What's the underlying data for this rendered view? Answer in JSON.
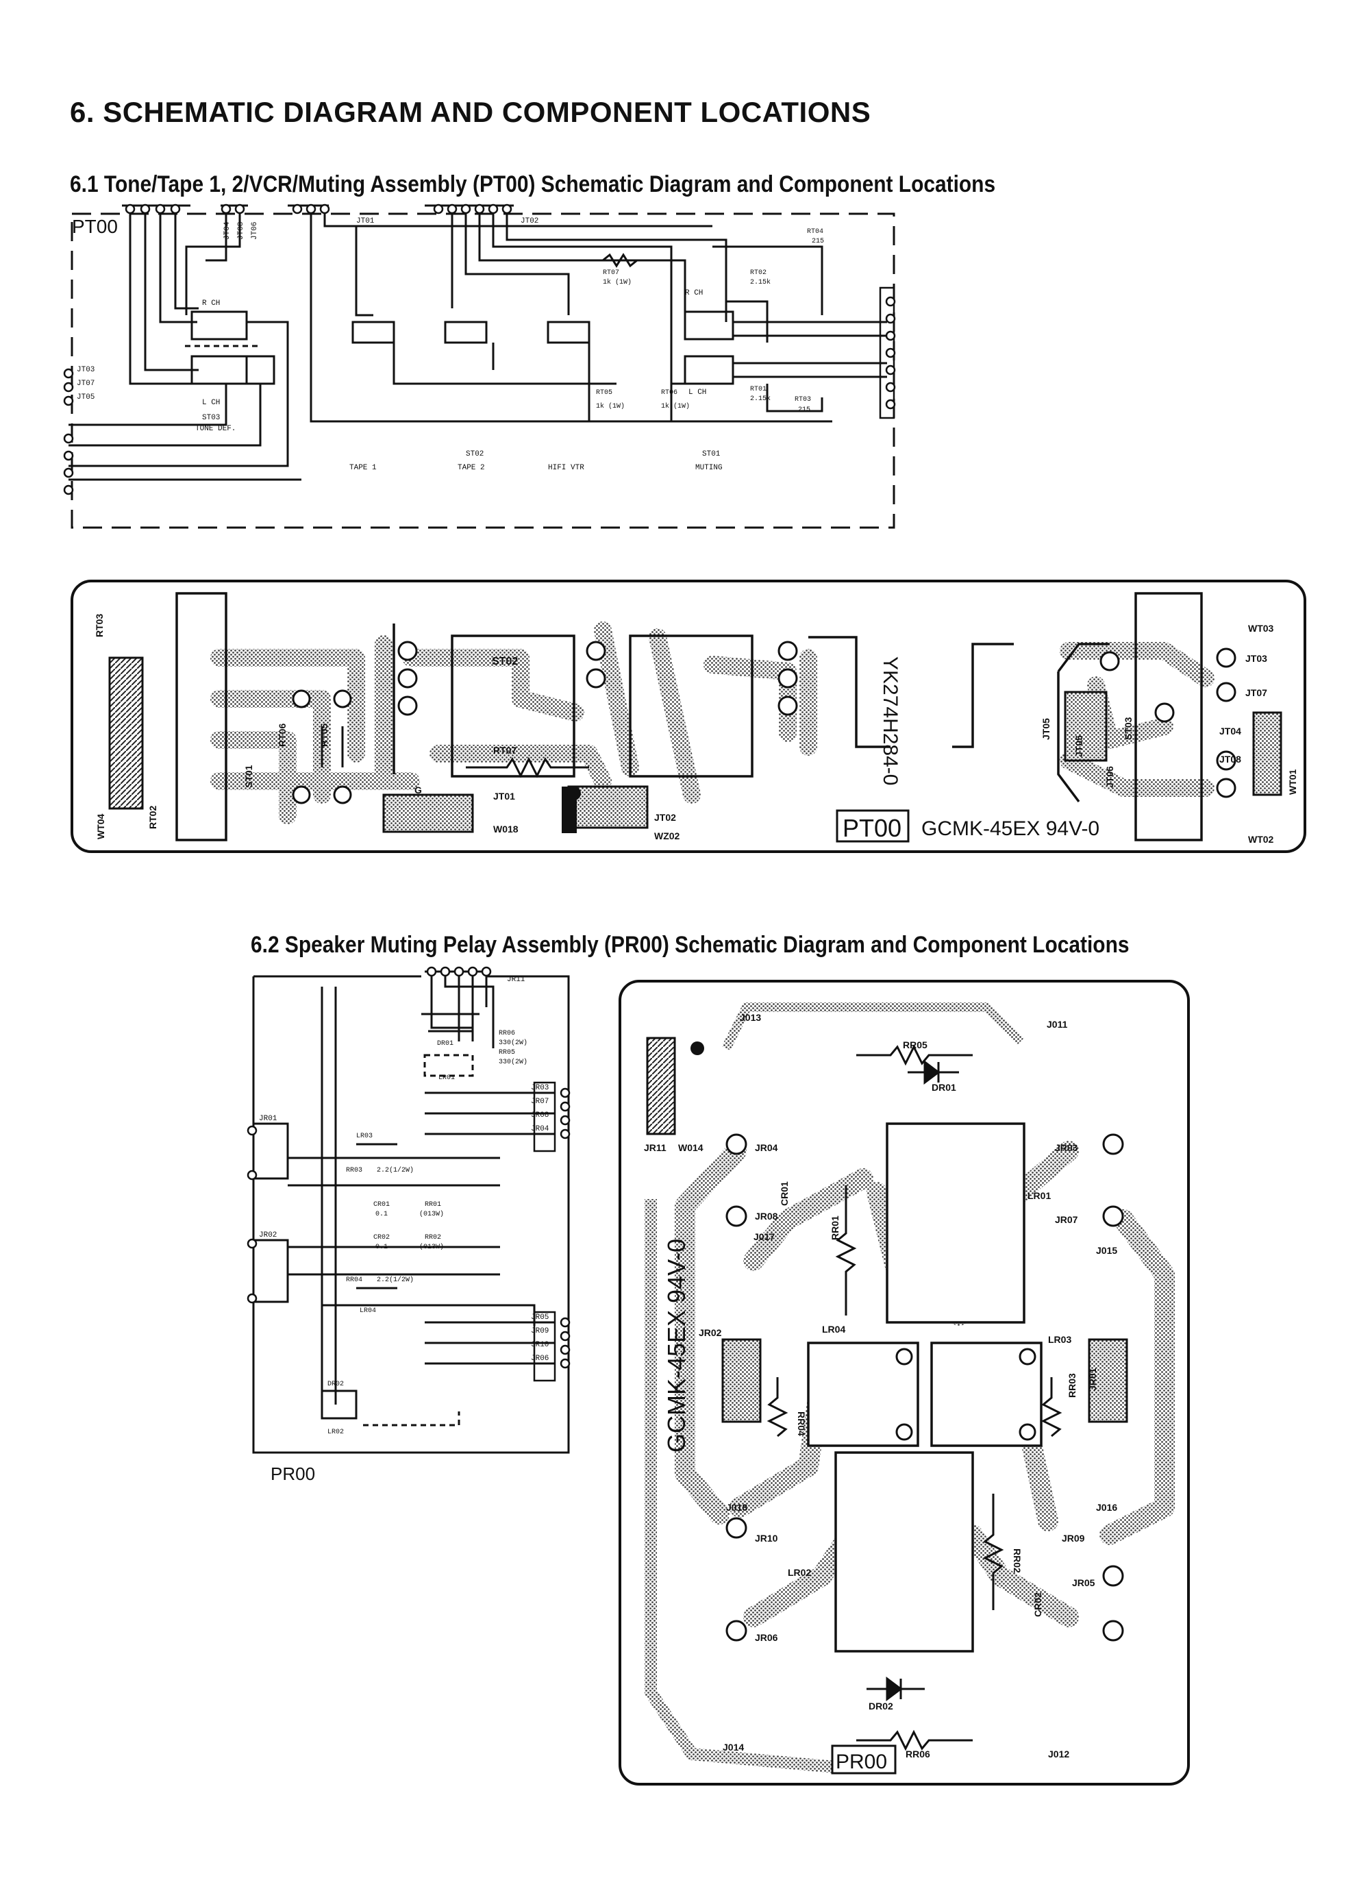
{
  "page": {
    "section_title": "6. SCHEMATIC DIAGRAM AND COMPONENT LOCATIONS",
    "subsection_1": "6.1   Tone/Tape 1, 2/VCR/Muting Assembly (PT00) Schematic Diagram and Component Locations",
    "subsection_2": "6.2   Speaker Muting Pelay Assembly (PR00) Schematic Diagram and Component Locations"
  },
  "schematic_pt00": {
    "board": "PT00",
    "connectors": [
      "JT01",
      "JT02",
      "JT03",
      "JT07",
      "JT05",
      "JT04",
      "JT08",
      "JT06"
    ],
    "switch_labels": [
      "R CH",
      "L CH",
      "ST03",
      "TONE DEF.",
      "TAPE 1",
      "ST02",
      "TAPE 2",
      "HIFI VTR",
      "ST01",
      "MUTING"
    ],
    "resistors": [
      {
        "ref": "RT04",
        "value": "215"
      },
      {
        "ref": "RT07",
        "value": "1k (1W)"
      },
      {
        "ref": "RT02",
        "value": "2.15k"
      },
      {
        "ref": "RT05",
        "value": "1k (1W)"
      },
      {
        "ref": "RT06",
        "value": "1k (1W)"
      },
      {
        "ref": "RT01",
        "value": "2.15k"
      },
      {
        "ref": "RT03",
        "value": "215"
      }
    ],
    "ch_labels": [
      "R CH",
      "L CH"
    ]
  },
  "layout_pt00": {
    "labels": [
      "ST02",
      "RT07",
      "JT01",
      "W018",
      "JT02",
      "WZ02",
      "G",
      "RT06",
      "RT05",
      "ST01",
      "RT03",
      "RT02",
      "WT04",
      "WT03",
      "JT03",
      "JT07",
      "JT04",
      "JT08",
      "WT01",
      "JT05",
      "ST03",
      "JT06",
      "WT02"
    ],
    "part_number": "YK274H284-0",
    "board_name": "PT00",
    "board_code": "GCMK-45EX 94V-0"
  },
  "schematic_pr00": {
    "board": "PR00",
    "connectors": [
      "JR11",
      "JR01",
      "JR02",
      "JR03",
      "JR07",
      "JR08",
      "JR04",
      "JR05",
      "JR09",
      "JR10",
      "JR06"
    ],
    "components": [
      {
        "ref": "DR01",
        "value": ""
      },
      {
        "ref": "LR01",
        "value": ""
      },
      {
        "ref": "RR06",
        "value": "330(2W)"
      },
      {
        "ref": "RR05",
        "value": "330(2W)"
      },
      {
        "ref": "LR03",
        "value": ""
      },
      {
        "ref": "RR03",
        "value": "2.2(1/2W)"
      },
      {
        "ref": "CR01",
        "value": "0.1"
      },
      {
        "ref": "RR01",
        "value": "(013W)"
      },
      {
        "ref": "CR02",
        "value": "0.1"
      },
      {
        "ref": "RR02",
        "value": "(013W)"
      },
      {
        "ref": "RR04",
        "value": "2.2(1/2W)"
      },
      {
        "ref": "LR04",
        "value": ""
      },
      {
        "ref": "DR02",
        "value": ""
      },
      {
        "ref": "LR02",
        "value": ""
      }
    ]
  },
  "layout_pr00": {
    "labels": [
      "J013",
      "J011",
      "RR05",
      "DR01",
      "JR11",
      "W014",
      "JR04",
      "CR01",
      "JR03",
      "JR08",
      "RR01",
      "LR01",
      "JR07",
      "J017",
      "J015",
      "JR02",
      "LR04",
      "LR03",
      "RR04",
      "RR03",
      "JR01",
      "J018",
      "J016",
      "JR10",
      "RR02",
      "JR09",
      "LR02",
      "CR02",
      "JR05",
      "JR06",
      "DR02",
      "RR06",
      "J014",
      "J012"
    ],
    "board_code": "GCMK-45EX 94V-0",
    "board_name": "PR00"
  }
}
